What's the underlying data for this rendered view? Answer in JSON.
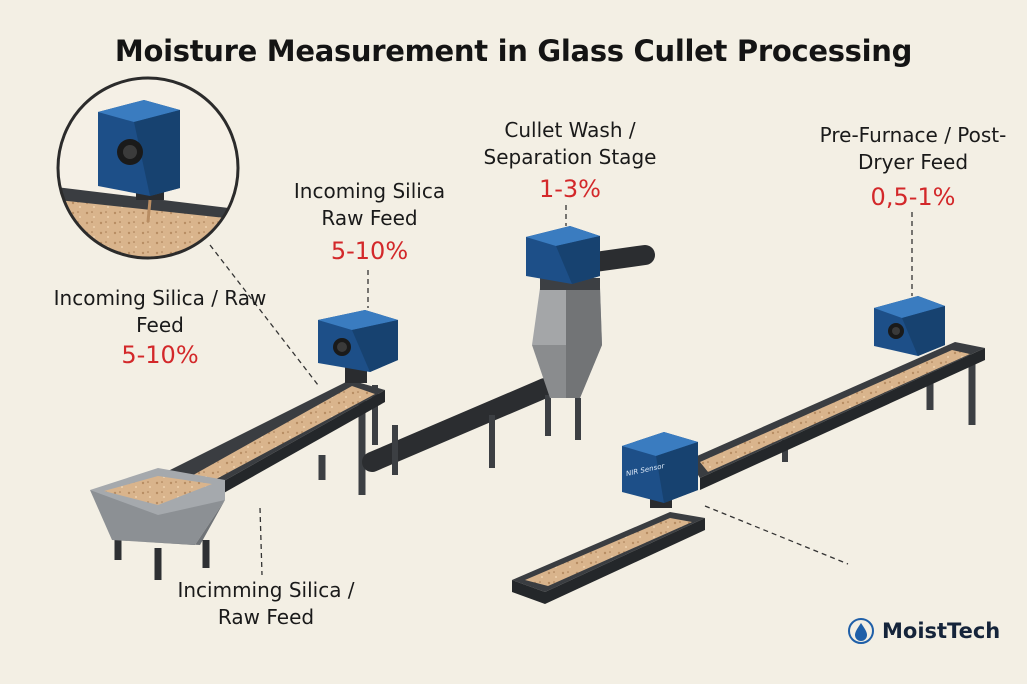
{
  "title": "Moisture Measurement in Glass Cullet Processing",
  "stages": {
    "inset": {
      "label": "Incoming Silica / Raw Feed",
      "moisture": "5-10%"
    },
    "raw_feed": {
      "label": "Incoming Silica Raw Feed",
      "moisture": "5-10%"
    },
    "wash": {
      "label": "Cullet Wash / Separation Stage",
      "moisture": "1-3%"
    },
    "furnace": {
      "label": "Pre-Furnace / Post-Dryer Feed",
      "moisture": "0,5-1%"
    },
    "hopper": {
      "label": "Incimming Silica / Raw Feed"
    }
  },
  "sensor_text": "NIR Sensor",
  "brand": {
    "name": "MoistTech",
    "icon": "moisttech-drop-logo-icon"
  },
  "colors": {
    "sensor": "#235d9e",
    "frame": "#3c3f43",
    "material": "#d9b48c",
    "highlight": "#d3282a"
  }
}
